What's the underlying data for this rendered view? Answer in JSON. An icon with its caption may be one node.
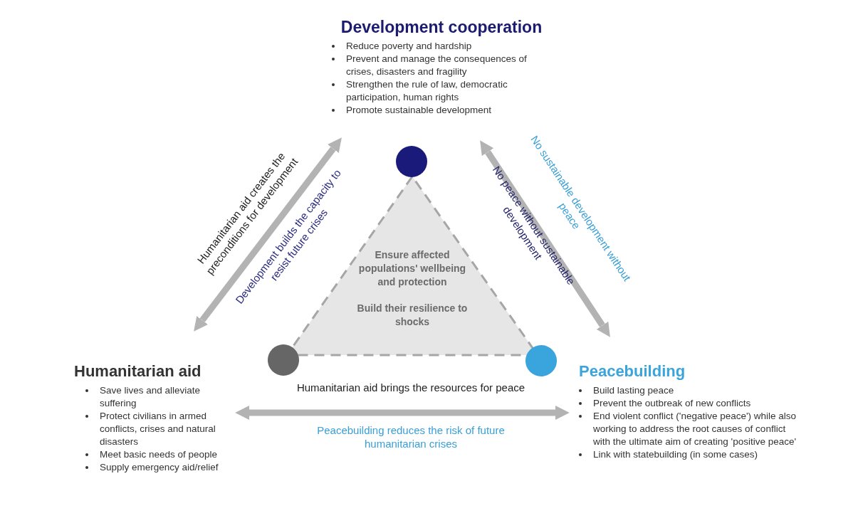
{
  "diagram": {
    "nodes": [
      {
        "text": [
          "Development cooperation",
          "Reduce poverty and hardship",
          "Prevent and manage the consequences of crises, disasters and fragility",
          "Strengthen the rule of law, democratic participation, human rights",
          "Promote sustainable development"
        ]
      },
      {
        "text": [
          "Humanitarian aid",
          "Save lives and alleviate suffering",
          "Protect civilians in armed conflicts, crises and natural disasters",
          "Meet basic needs of people",
          "Supply emergency aid/relief"
        ]
      },
      {
        "text": [
          "Peacebuilding",
          "Build lasting peace",
          "Prevent the outbreak of new conflicts",
          "End violent conflict ('negative peace') while also working to address the root causes of conflict with the ultimate aim of creating 'positive peace'",
          "Link with statebuilding (in some cases)"
        ]
      },
      {
        "text": [
          "Ensure affected populations' wellbeing and protection",
          "Build their resilience to shocks"
        ]
      },
      {
        "text": [],
        "shape": "circle"
      },
      {
        "text": [],
        "shape": "circle"
      },
      {
        "text": [],
        "shape": "circle"
      }
    ],
    "edges": [
      {
        "from": 1,
        "to": 0,
        "arrow": "both",
        "label": "Humanitarian aid creates the preconditions for development"
      },
      {
        "from": 0,
        "to": 2,
        "arrow": "both",
        "label": "No sustainable development without peace"
      },
      {
        "from": 1,
        "to": 2,
        "arrow": "both",
        "label": "Humanitarian aid brings the resources for peace"
      }
    ],
    "labels": [
      "Development builds the capacity to resist future crises",
      "No peace without sustainable development",
      "Peacebuilding reduces the risk of future humanitarian crises"
    ]
  }
}
